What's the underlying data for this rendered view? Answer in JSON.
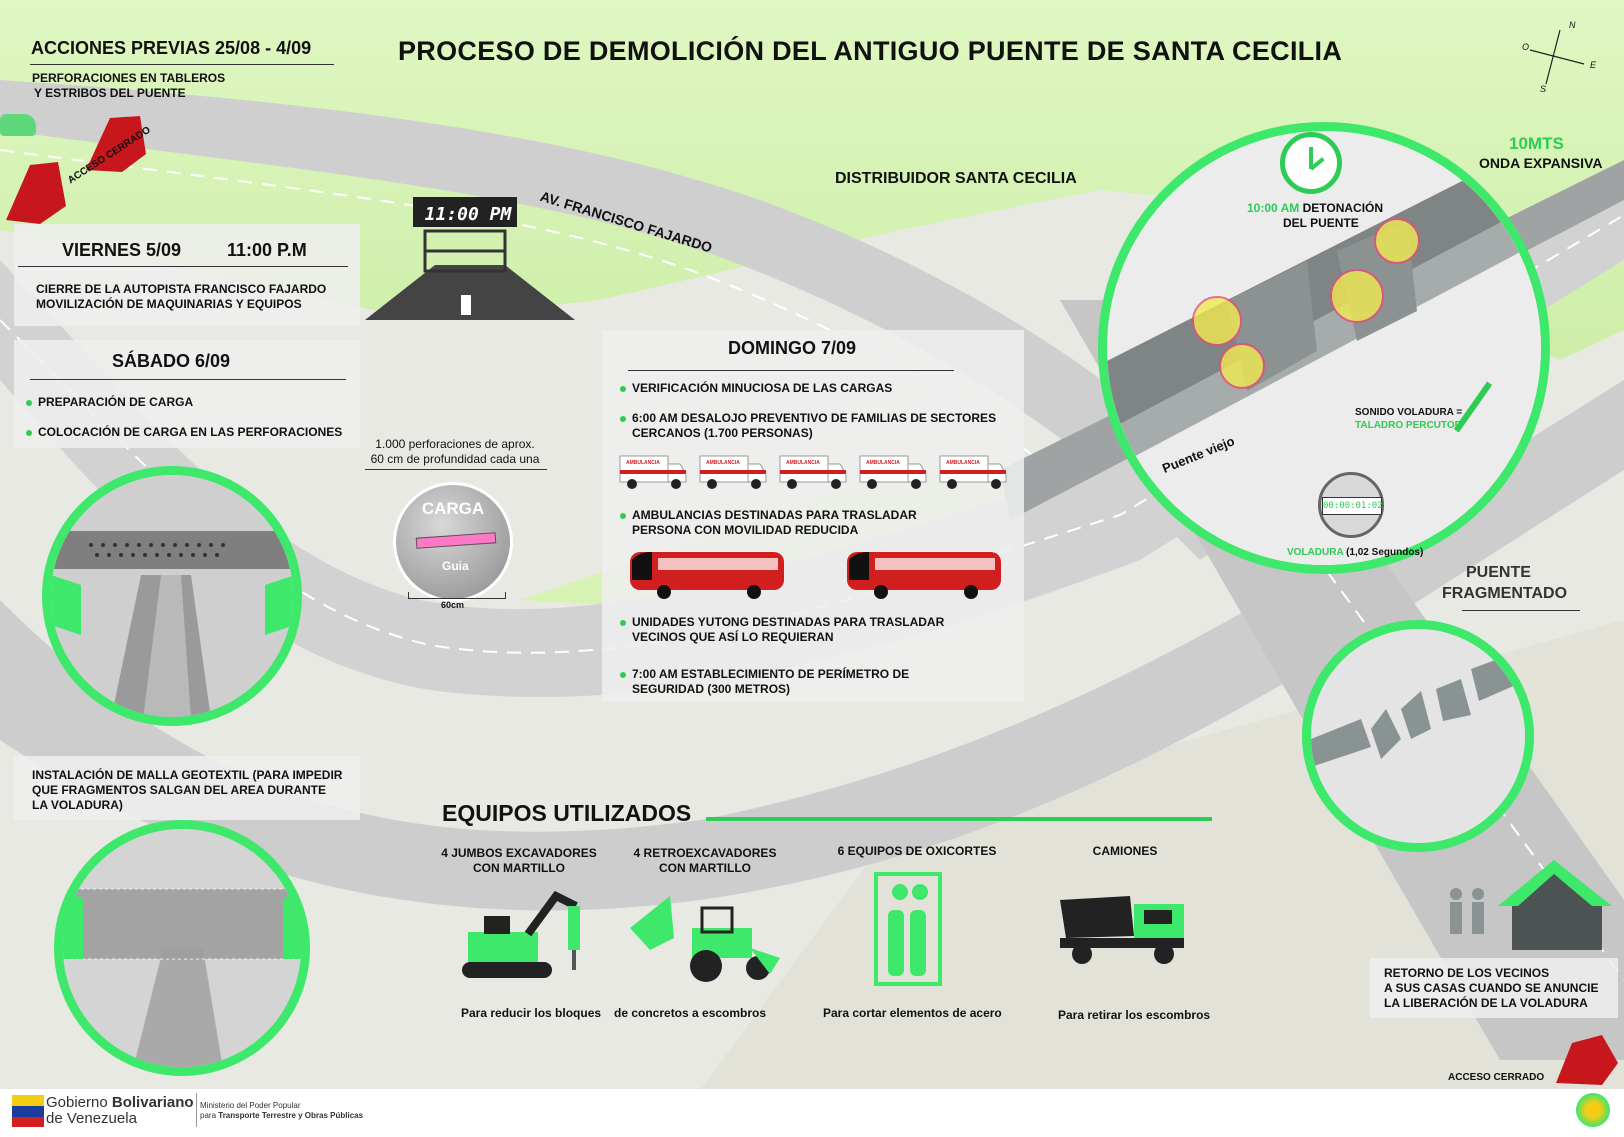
{
  "title": "PROCESO DE DEMOLICIÓN DEL ANTIGUO PUENTE DE SANTA CECILIA",
  "acciones": {
    "heading": "ACCIONES PREVIAS 25/08 - 4/09",
    "line1": "PERFORACIONES EN TABLEROS",
    "line2": "Y ESTRIBOS DEL PUENTE"
  },
  "acceso_cerrado_top": "ACCESO CERRADO",
  "acceso_cerrado_bottom": "ACCESO CERRADO",
  "road_label": "AV. FRANCISCO FAJARDO",
  "distribuidor": "DISTRIBUIDOR SANTA CECILIA",
  "clock_sign": "11:00 PM",
  "viernes": {
    "day": "VIERNES 5/09",
    "time": "11:00 P.M",
    "line1": "CIERRE DE LA AUTOPISTA FRANCISCO FAJARDO",
    "line2": "MOVILIZACIÓN DE MAQUINARIAS Y EQUIPOS"
  },
  "sabado": {
    "day": "SÁBADO 6/09",
    "items": [
      "PREPARACIÓN DE CARGA",
      "COLOCACIÓN DE CARGA EN LAS PERFORACIONES"
    ]
  },
  "perforaciones": {
    "line1": "1.000 perforaciones de aprox.",
    "line2": "60 cm de profundidad cada una"
  },
  "carga": {
    "label": "CARGA",
    "guia": "Guia",
    "size": "60cm"
  },
  "domingo": {
    "day": "DOMINGO 7/09",
    "items": [
      {
        "l1": "VERIFICACIÓN MINUCIOSA DE LAS  CARGAS",
        "l2": ""
      },
      {
        "l1": "6:00 AM DESALOJO PREVENTIVO DE FAMILIAS DE SECTORES",
        "l2": "CERCANOS (1.700 PERSONAS)"
      },
      {
        "l1": "AMBULANCIAS DESTINADAS PARA TRASLADAR",
        "l2": "PERSONA CON MOVILIDAD REDUCIDA"
      },
      {
        "l1": "UNIDADES YUTONG DESTINADAS PARA TRASLADAR",
        "l2": "VECINOS QUE ASÍ LO REQUIERAN"
      },
      {
        "l1": "7:00 AM ESTABLECIMIENTO DE PERÍMETRO DE",
        "l2": "SEGURIDAD (300 METROS)"
      }
    ],
    "ambulance_text": "AMBULANCIA"
  },
  "malla": {
    "line1": "INSTALACIÓN DE MALLA GEOTEXTIL (PARA IMPEDIR",
    "line2": "QUE FRAGMENTOS SALGAN DEL AREA DURANTE",
    "line3": "LA VOLADURA)"
  },
  "detonacion": {
    "onda_mts": "10MTS",
    "onda": "ONDA EXPANSIVA",
    "time": "10:00 AM",
    "line1": "DETONACIÓN",
    "line2": "DEL PUENTE",
    "puente_viejo": "Puente viejo",
    "sonido1": "SONIDO VOLADURA =",
    "sonido2": "TALADRO PERCUTOR",
    "timer": "00:00:01:02",
    "voladura": "VOLADURA",
    "voladura_sec": "(1,02 Segundos)"
  },
  "fragmentado": {
    "line1": "PUENTE",
    "line2": "FRAGMENTADO"
  },
  "retorno": {
    "line1": "RETORNO DE LOS VECINOS",
    "line2": "A SUS CASAS CUANDO SE ANUNCIE",
    "line3": "LA LIBERACIÓN DE LA VOLADURA"
  },
  "equipos": {
    "heading": "EQUIPOS UTILIZADOS",
    "items": [
      {
        "l1": "4 JUMBOS EXCAVADORES",
        "l2": "CON MARTILLO"
      },
      {
        "l1": "4 RETROEXCAVADORES",
        "l2": "CON MARTILLO"
      },
      {
        "l1": "6 EQUIPOS DE OXICORTES",
        "l2": ""
      },
      {
        "l1": "CAMIONES",
        "l2": ""
      }
    ],
    "desc_a": "Para reducir los bloques",
    "desc_b": "de concretos a escombros",
    "desc_c": "Para cortar elementos de acero",
    "desc_d": "Para retirar los escombros"
  },
  "compass": {
    "n": "N",
    "s": "S",
    "e": "E",
    "o": "O"
  },
  "footer": {
    "gob1": "Gobierno",
    "gob2": "Bolivariano",
    "gob3": "de Venezuela",
    "min1": "Ministerio del Poder Popular",
    "min2": "para",
    "min3": "Transporte Terrestre y Obras Públicas"
  },
  "colors": {
    "accent": "#3ee86a",
    "grass": "#d9f5b8",
    "road": "#c9c9c9",
    "red": "#c8161d"
  }
}
